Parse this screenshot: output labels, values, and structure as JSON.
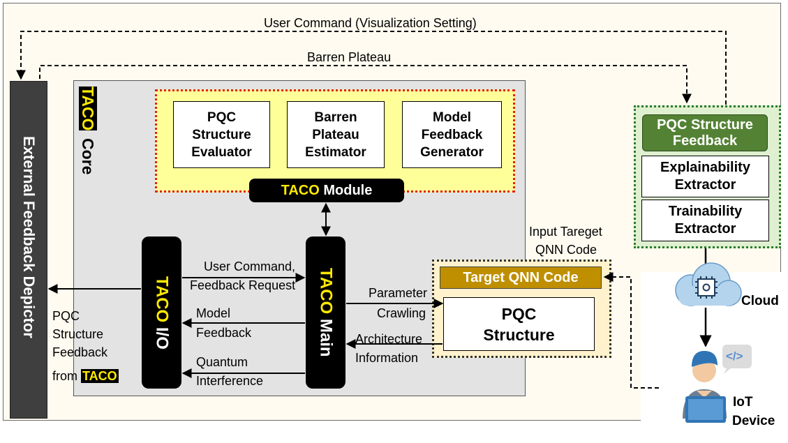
{
  "top_labels": {
    "user_command": "User Command (Visualization Setting)",
    "barren_plateau": "Barren Plateau"
  },
  "external_depictor": "External Feedback Depictor",
  "core": {
    "brand": "TACO",
    "title": "Core"
  },
  "module": {
    "boxes": [
      [
        "PQC",
        "Structure",
        "Evaluator"
      ],
      [
        "Barren",
        "Plateau",
        "Estimator"
      ],
      [
        "Model",
        "Feedback",
        "Generator"
      ]
    ],
    "brand": "TACO",
    "label": "Module"
  },
  "io": {
    "brand": "TACO",
    "label": "I/O"
  },
  "main": {
    "brand": "TACO",
    "label": "Main"
  },
  "flows": {
    "user_command_1": "User Command,",
    "user_command_2": "Feedback Request",
    "model_feedback_1": "Model",
    "model_feedback_2": "Feedback",
    "quantum_1": "Quantum",
    "quantum_2": "Interference",
    "param_1": "Parameter",
    "param_2": "Crawling",
    "arch_1": "Architecture",
    "arch_2": "Information",
    "pqc_fb_1": "PQC",
    "pqc_fb_2": "Structure",
    "pqc_fb_3": "Feedback",
    "pqc_fb_4": "from",
    "pqc_fb_brand": "TACO",
    "input_1": "Input Tareget",
    "input_2": "QNN Code"
  },
  "target": {
    "title": "Target QNN Code",
    "pqc_1": "PQC",
    "pqc_2": "Structure"
  },
  "feedback_panel": {
    "title_1": "PQC Structure",
    "title_2": "Feedback",
    "explain_1": "Explainability",
    "explain_2": "Extractor",
    "train_1": "Trainability",
    "train_2": "Extractor"
  },
  "cloud_label": "Cloud",
  "device_1": "IoT",
  "device_2": "Device",
  "code_glyph": "</>",
  "colors": {
    "taco_yellow": "#ffea00",
    "green": "#548235",
    "gold": "#bf8f00",
    "cloud_blue": "#b4d4ee"
  }
}
